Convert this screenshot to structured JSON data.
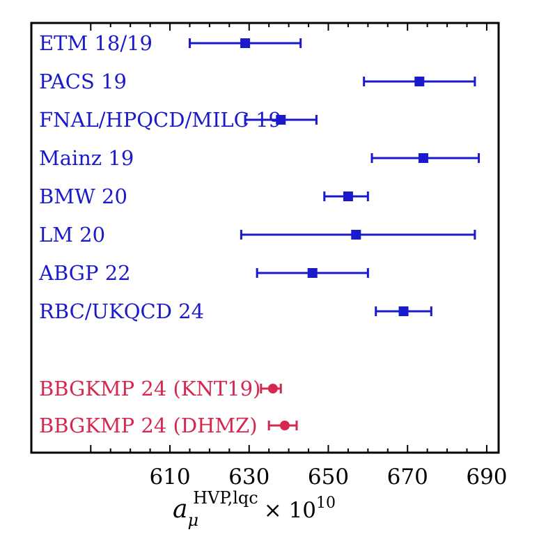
{
  "chart_data": {
    "type": "scatter",
    "xlabel_parts": {
      "base": "a",
      "sub": "μ",
      "sup": "HVP,lqc",
      "suffix": "× 10",
      "exp": "10"
    },
    "xlim": [
      575,
      693
    ],
    "x_ticks_labeled": [
      610,
      630,
      650,
      670,
      690
    ],
    "grid": false,
    "legend": "none",
    "colors": {
      "lattice": "#1a1acc",
      "data_driven": "#d7264f"
    },
    "points": [
      {
        "label": "ETM 18/19",
        "value": 629,
        "err_low": 14,
        "err_high": 14,
        "group": "lattice",
        "marker": "square"
      },
      {
        "label": "PACS 19",
        "value": 673,
        "err_low": 14,
        "err_high": 14,
        "group": "lattice",
        "marker": "square"
      },
      {
        "label": "FNAL/HPQCD/MILC 19",
        "value": 638,
        "err_low": 9,
        "err_high": 9,
        "group": "lattice",
        "marker": "square"
      },
      {
        "label": "Mainz 19",
        "value": 674,
        "err_low": 13,
        "err_high": 14,
        "group": "lattice",
        "marker": "square"
      },
      {
        "label": "BMW 20",
        "value": 655,
        "err_low": 6,
        "err_high": 5,
        "group": "lattice",
        "marker": "square"
      },
      {
        "label": "LM 20",
        "value": 657,
        "err_low": 29,
        "err_high": 30,
        "group": "lattice",
        "marker": "square"
      },
      {
        "label": "ABGP 22",
        "value": 646,
        "err_low": 14,
        "err_high": 14,
        "group": "lattice",
        "marker": "square"
      },
      {
        "label": "RBC/UKQCD 24",
        "value": 669,
        "err_low": 7,
        "err_high": 7,
        "group": "lattice",
        "marker": "square"
      },
      {
        "label": "BBGKMP 24 (KNT19)",
        "value": 636,
        "err_low": 3,
        "err_high": 2,
        "group": "data_driven",
        "marker": "circle"
      },
      {
        "label": "BBGKMP 24 (DHMZ)",
        "value": 639,
        "err_low": 4,
        "err_high": 3,
        "group": "data_driven",
        "marker": "circle"
      }
    ]
  }
}
